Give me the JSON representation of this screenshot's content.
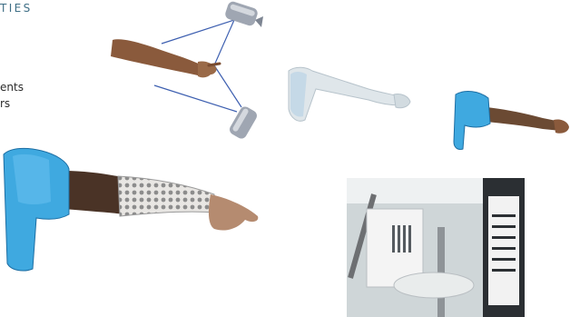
{
  "slide": {
    "heading_fragment": "TIES",
    "text_fragments": [
      "ents",
      "rs"
    ]
  },
  "figures": {
    "scanner_setup": "arm-with-two-scanners",
    "arm_scan_translucent": "arm-scan-mesh",
    "arm_with_socket_small": "arm-with-shoulder-socket",
    "arm_with_lattice_sleeve": "arm-with-lattice-sleeve",
    "printer_photo": "3d-printer-photo"
  },
  "colors": {
    "heading": "#3f6f86",
    "skin": "#8a5a3c",
    "socket_blue": "#3fa9e0",
    "scan_pale": "#dfe6ea"
  }
}
